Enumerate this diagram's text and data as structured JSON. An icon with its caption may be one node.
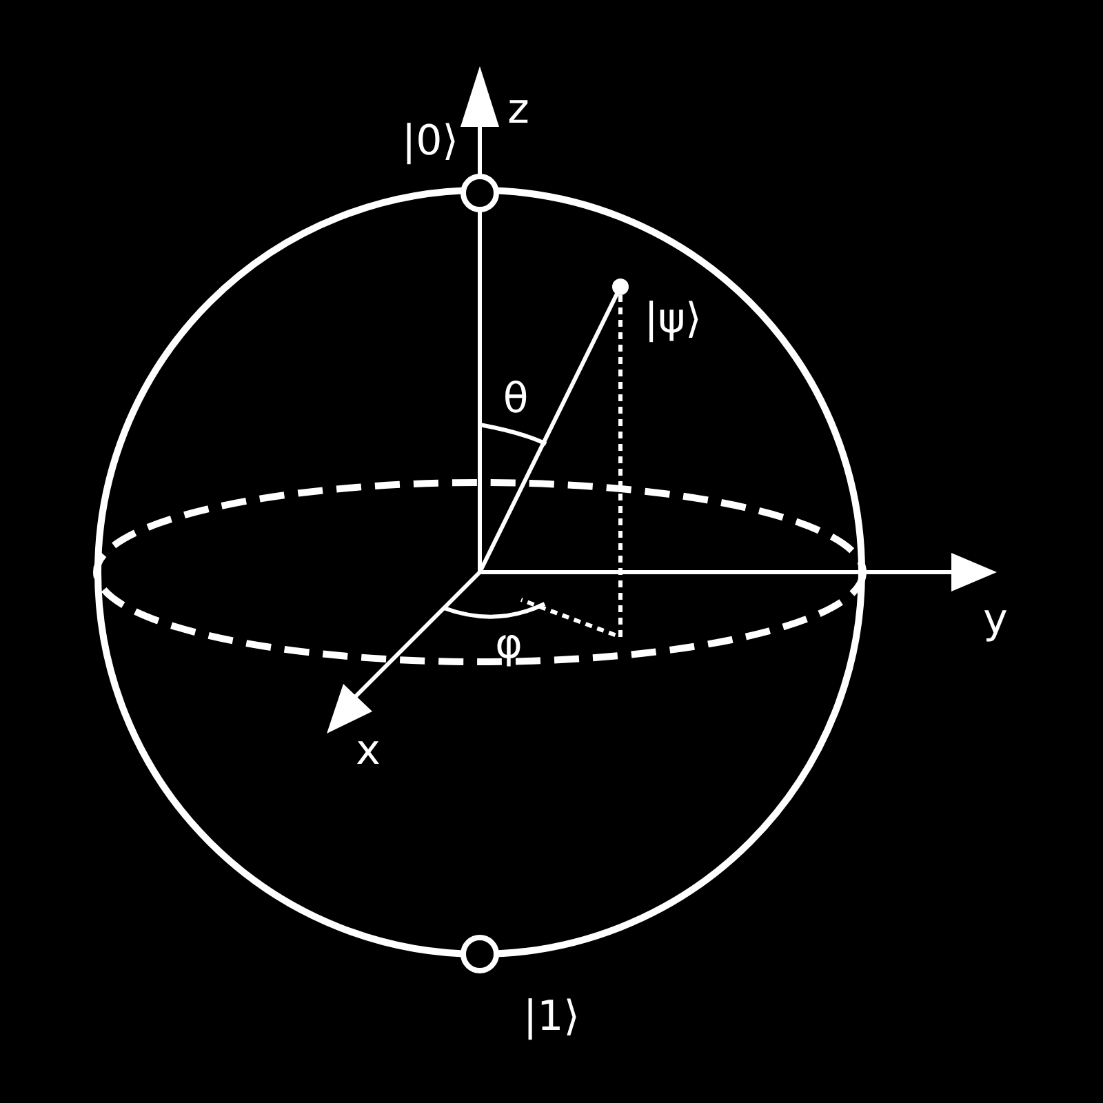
{
  "diagram": {
    "labels": [
      "z",
      "|0⟩",
      "|ψ⟩",
      "θ",
      "y",
      "φ",
      "x",
      "|1⟩"
    ]
  }
}
